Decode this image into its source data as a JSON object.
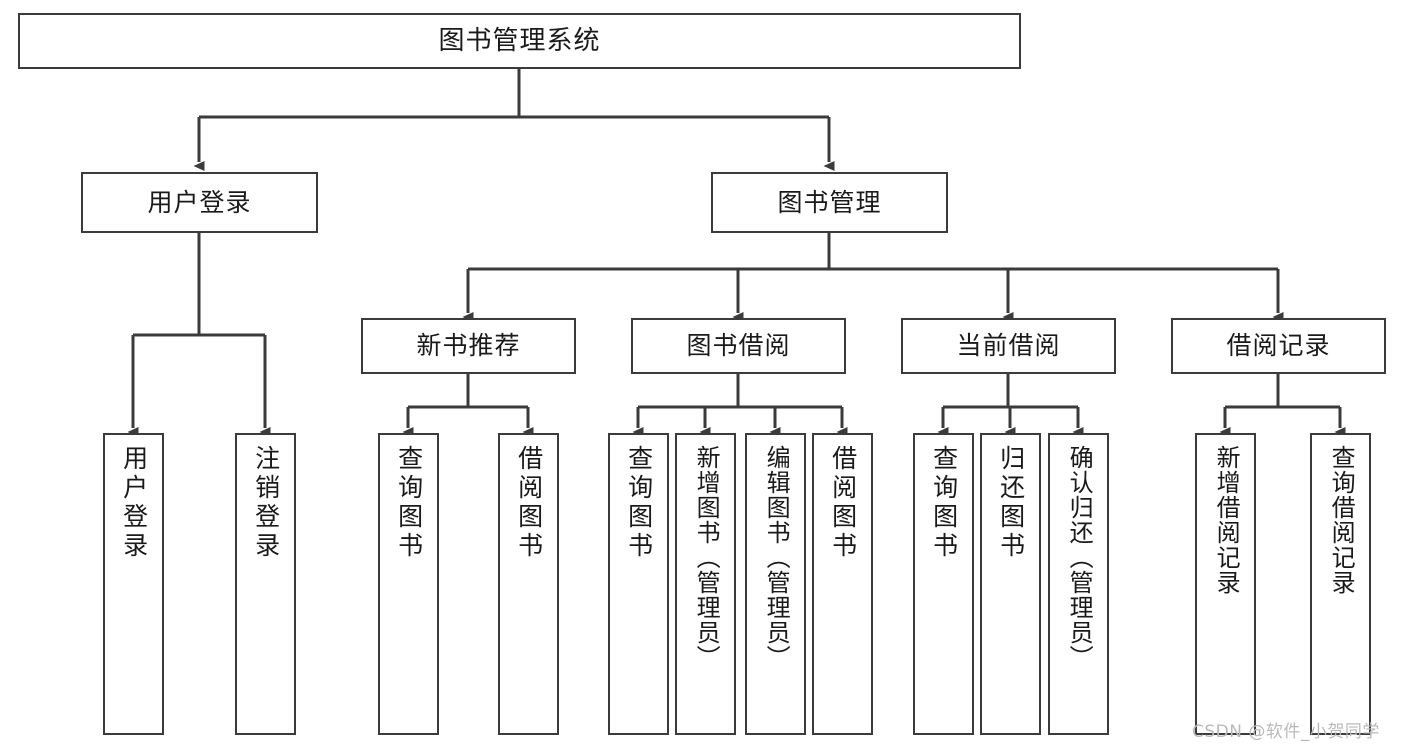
{
  "diagram": {
    "type": "tree-hierarchy-chart",
    "title": "图书管理系统",
    "orientation": "top-down",
    "background_color": "#ffffff",
    "line_color": "#3b3b3b",
    "box_fill": "#ffffff",
    "text_color": "#1a1a1a"
  },
  "nodes": {
    "root": {
      "label": "图书管理系统",
      "level": 1
    },
    "level2": [
      {
        "id": "user-login",
        "label": "用户登录",
        "level": 2
      },
      {
        "id": "book-management",
        "label": "图书管理",
        "level": 2
      }
    ],
    "level3": [
      {
        "id": "new-book-recommend",
        "label": "新书推荐",
        "level": 3
      },
      {
        "id": "book-borrow",
        "label": "图书借阅",
        "level": 3
      },
      {
        "id": "current-borrow",
        "label": "当前借阅",
        "level": 3
      },
      {
        "id": "borrow-record",
        "label": "借阅记录",
        "level": 3
      }
    ],
    "leaves": [
      {
        "id": "leaf-user-login",
        "label": "用户登录",
        "parent": "user-login"
      },
      {
        "id": "leaf-logout-login",
        "label": "注销登录",
        "parent": "user-login"
      },
      {
        "id": "leaf-query-book-1",
        "label": "查询图书",
        "parent": "new-book-recommend"
      },
      {
        "id": "leaf-borrow-book-1",
        "label": "借阅图书",
        "parent": "new-book-recommend"
      },
      {
        "id": "leaf-query-book-2",
        "label": "查询图书",
        "parent": "book-borrow"
      },
      {
        "id": "leaf-add-book",
        "label": "新增图书（管理员）",
        "parent": "book-borrow"
      },
      {
        "id": "leaf-edit-book",
        "label": "编辑图书（管理员）",
        "parent": "book-borrow"
      },
      {
        "id": "leaf-borrow-book-2",
        "label": "借阅图书",
        "parent": "book-borrow"
      },
      {
        "id": "leaf-query-book-3",
        "label": "查询图书",
        "parent": "current-borrow"
      },
      {
        "id": "leaf-return-book",
        "label": "归还图书",
        "parent": "current-borrow"
      },
      {
        "id": "leaf-confirm-return",
        "label": "确认归还（管理员）",
        "parent": "current-borrow"
      },
      {
        "id": "leaf-add-record",
        "label": "新增借阅记录",
        "parent": "borrow-record"
      },
      {
        "id": "leaf-query-record",
        "label": "查询借阅记录",
        "parent": "borrow-record"
      }
    ]
  },
  "watermark": {
    "text": "CSDN @软件_小贺同学"
  }
}
